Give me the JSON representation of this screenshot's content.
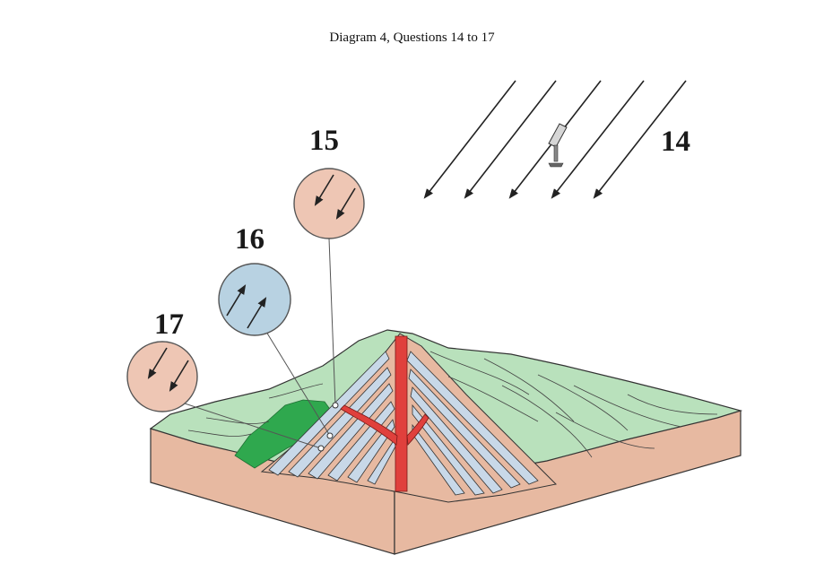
{
  "title": "Diagram 4, Questions 14 to 17",
  "labels": {
    "l14": "14",
    "l15": "15",
    "l16": "16",
    "l17": "17"
  },
  "colors": {
    "normal_polarity": "#eec6b4",
    "reversed_polarity": "#b8d2e2",
    "magma": "#e0403c",
    "vegetation_dark": "#2fa84e",
    "vegetation_light": "#b9e1bc",
    "block_side": "#e7b9a1",
    "lava_flow": "#c8d8e8"
  }
}
